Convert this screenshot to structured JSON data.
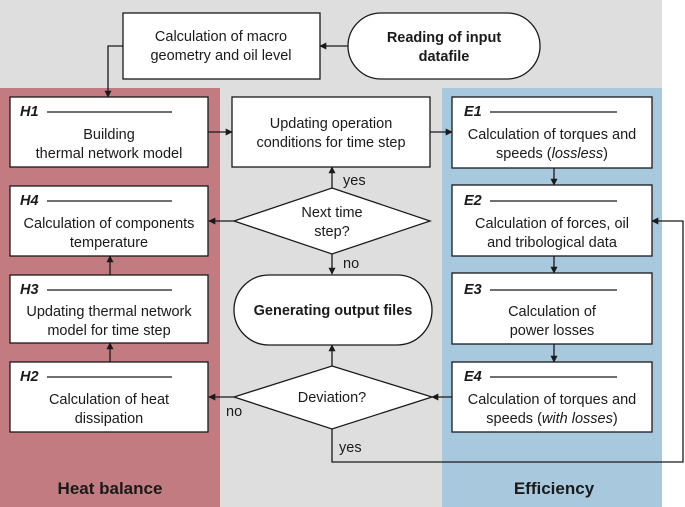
{
  "regions": {
    "heat_balance": {
      "label": "Heat balance",
      "color": "#c27b80"
    },
    "efficiency": {
      "label": "Efficiency",
      "color": "#a8c8de"
    },
    "center_color": "#dedede"
  },
  "boxes": {
    "macro": {
      "lines": [
        "Calculation of macro",
        "geometry and oil level"
      ]
    },
    "reading": {
      "lines": [
        "Reading of input",
        "datafile"
      ]
    },
    "updating_conditions": {
      "lines": [
        "Updating operation",
        "conditions for time step"
      ]
    },
    "generating": {
      "lines": [
        "Generating output files"
      ]
    },
    "h1": {
      "tag": "H1",
      "lines": [
        "Building",
        "thermal network model"
      ]
    },
    "h4": {
      "tag": "H4",
      "lines": [
        "Calculation of components",
        "temperature"
      ]
    },
    "h3": {
      "tag": "H3",
      "lines": [
        "Updating thermal network",
        "model for time step"
      ]
    },
    "h2": {
      "tag": "H2",
      "lines": [
        "Calculation of heat",
        "dissipation"
      ]
    },
    "e1": {
      "tag": "E1",
      "line1": "Calculation of torques and",
      "line2_plain": "speeds (",
      "line2_italic": "lossless",
      "line2_end": ")"
    },
    "e2": {
      "tag": "E2",
      "lines": [
        "Calculation of forces, oil",
        "and tribological data"
      ]
    },
    "e3": {
      "tag": "E3",
      "lines": [
        "Calculation of",
        "power losses"
      ]
    },
    "e4": {
      "tag": "E4",
      "line1": "Calculation of torques and",
      "line2_plain": "speeds (",
      "line2_italic": "with losses",
      "line2_end": ")"
    }
  },
  "decisions": {
    "next_time_step": {
      "lines": [
        "Next time",
        "step?"
      ],
      "yes": "yes",
      "no": "no"
    },
    "deviation": {
      "lines": [
        "Deviation?"
      ],
      "yes": "yes",
      "no": "no"
    }
  }
}
